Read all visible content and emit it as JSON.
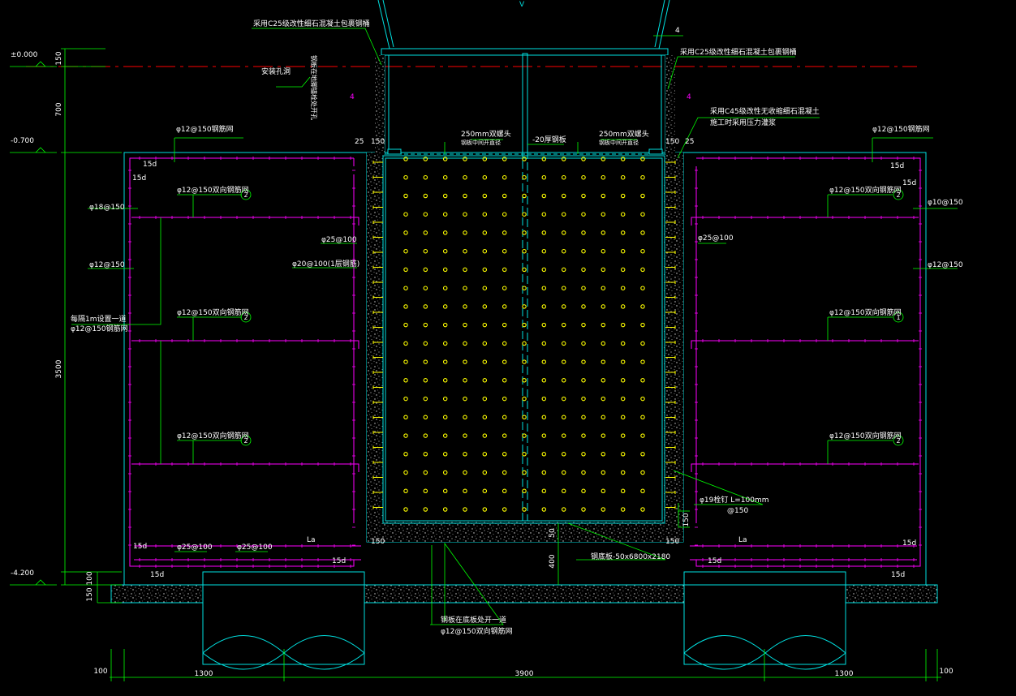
{
  "colors": {
    "background": "#000000",
    "outline": "#00e0e0",
    "rebar": "#ff00ff",
    "dim": "#00ff00",
    "anchor": "#ffff00",
    "ground": "#ff0000",
    "text": "#ffffff"
  },
  "elevations": {
    "top": "±0.000",
    "mid": "-0.700",
    "bottom": "-4.200"
  },
  "dims_left": {
    "d150": "150",
    "d700": "700",
    "d3500": "3500",
    "d100": "100",
    "d150b": "150"
  },
  "dims_bottom": {
    "d100l": "100",
    "d1300l": "1300",
    "d3900": "3900",
    "d1300r": "1300",
    "d100r": "100"
  },
  "dims_local": {
    "d25l": "25",
    "d150l": "150",
    "d150r": "150",
    "d25r": "25",
    "d150s": "150",
    "d150bl": "150",
    "d150br": "150",
    "d50": "50",
    "d400": "400",
    "d150side": "150"
  },
  "labels": {
    "c25_top_left": "采用C25级改性细石混凝土包裹钢桶",
    "c25_top_right": "采用C25级改性细石混凝土包裹钢桶",
    "c45": "采用C45级改性无收缩细石混凝土",
    "c45_sub": "施工时采用压力灌浆",
    "mount_hole": "安装孔洞",
    "vertical_note": "钢板在地脚锚栓处开孔",
    "mesh_top_left": "φ12@150钢筋网",
    "mesh_top_right": "φ12@150钢筋网",
    "anchor_250_left": "250mm双螺头",
    "anchor_250_left_sub": "钢板中间开直径",
    "plate_20": "-20厚钢板",
    "anchor_250_right": "250mm双螺头",
    "anchor_250_right_sub": "钢板中间开直径",
    "ml1": "φ12@150双向钢筋网",
    "ml2": "φ12@150双向钢筋网",
    "ml3": "φ12@150双向钢筋网",
    "mr1": "φ12@150双向钢筋网",
    "mr2": "φ12@150双向钢筋网",
    "mr3": "φ12@150双向钢筋网",
    "phi18": "φ18@150",
    "phi12_left": "φ12@150",
    "phi10_right": "φ10@150",
    "phi12_right": "φ12@150",
    "phi25_left": "φ25@100",
    "phi25_right": "φ25@100",
    "phi20": "φ20@100(1层钢筋)",
    "layer_note": "每隔1m设置一道",
    "layer_note_sub": "φ12@150钢筋网",
    "bolt": "φ19栓钉 L=100mm",
    "bolt_sub": "@150",
    "plate_bottom": "钢底板-50x6800x2180",
    "bottom_note": "钢板在底板处开一道",
    "bottom_note_sub": "φ12@150双向钢筋网",
    "phi25_b1": "φ25@100",
    "phi25_b2": "φ25@100"
  },
  "markers": {
    "section_left": "4",
    "section_right": "4",
    "section_top": "4",
    "top_v": "V",
    "la_left": "La",
    "la_right": "La"
  },
  "circle_refs": {
    "l1": "2",
    "l2": "2",
    "l3": "2",
    "r1": "2",
    "r2": "1",
    "r3": "2"
  },
  "lap_labels": {
    "lt1": "15d",
    "lt2": "15d",
    "rt1": "15d",
    "rt2": "15d",
    "lb1": "15d",
    "lb2": "15d",
    "lb3": "15d",
    "rb1": "15d",
    "rb2": "15d",
    "rb3": "15d"
  }
}
